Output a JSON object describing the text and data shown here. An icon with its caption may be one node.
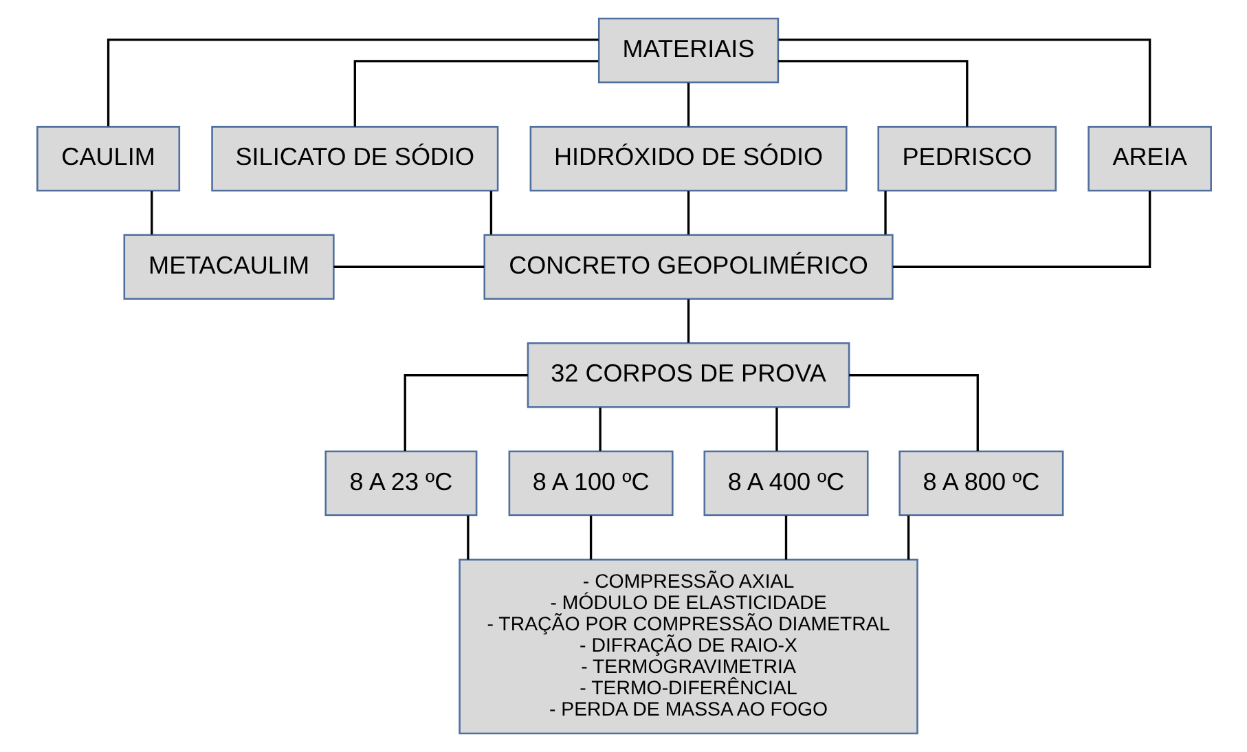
{
  "diagram": {
    "nodes": [
      {
        "text": [
          "MATERIAIS"
        ]
      },
      {
        "text": [
          "CAULIM"
        ]
      },
      {
        "text": [
          "SILICATO DE SÓDIO"
        ]
      },
      {
        "text": [
          "HIDRÓXIDO DE SÓDIO"
        ]
      },
      {
        "text": [
          "PEDRISCO"
        ]
      },
      {
        "text": [
          "AREIA"
        ]
      },
      {
        "text": [
          "METACAULIM"
        ]
      },
      {
        "text": [
          "CONCRETO GEOPOLIMÉRICO"
        ]
      },
      {
        "text": [
          "32 CORPOS DE PROVA"
        ]
      },
      {
        "text": [
          "8 A 23 ºC"
        ]
      },
      {
        "text": [
          "8 A 100 ºC"
        ]
      },
      {
        "text": [
          "8 A 400 ºC"
        ]
      },
      {
        "text": [
          "8 A 800 ºC"
        ]
      },
      {
        "text": [
          "- COMPRESSÃO AXIAL",
          "- MÓDULO DE ELASTICIDADE",
          "- TRAÇÃO POR COMPRESSÃO DIAMETRAL",
          "- DIFRAÇÃO DE RAIO-X",
          "- TERMOGRAVIMETRIA",
          "- TERMO-DIFERÊNCIAL",
          "- PERDA DE MASSA AO FOGO"
        ]
      }
    ],
    "edges": [
      {
        "from": 0,
        "to": 1,
        "arrow": "none"
      },
      {
        "from": 0,
        "to": 2,
        "arrow": "none"
      },
      {
        "from": 0,
        "to": 3,
        "arrow": "none"
      },
      {
        "from": 0,
        "to": 4,
        "arrow": "none"
      },
      {
        "from": 0,
        "to": 5,
        "arrow": "none"
      },
      {
        "from": 1,
        "to": 6,
        "arrow": "none"
      },
      {
        "from": 6,
        "to": 7,
        "arrow": "none"
      },
      {
        "from": 2,
        "to": 7,
        "arrow": "none"
      },
      {
        "from": 3,
        "to": 7,
        "arrow": "none"
      },
      {
        "from": 4,
        "to": 7,
        "arrow": "none"
      },
      {
        "from": 5,
        "to": 7,
        "arrow": "none"
      },
      {
        "from": 7,
        "to": 8,
        "arrow": "none"
      },
      {
        "from": 8,
        "to": 9,
        "arrow": "none"
      },
      {
        "from": 8,
        "to": 10,
        "arrow": "none"
      },
      {
        "from": 8,
        "to": 11,
        "arrow": "none"
      },
      {
        "from": 8,
        "to": 12,
        "arrow": "none"
      },
      {
        "from": 9,
        "to": 13,
        "arrow": "none"
      },
      {
        "from": 10,
        "to": 13,
        "arrow": "none"
      },
      {
        "from": 11,
        "to": 13,
        "arrow": "none"
      },
      {
        "from": 12,
        "to": 13,
        "arrow": "none"
      }
    ]
  }
}
